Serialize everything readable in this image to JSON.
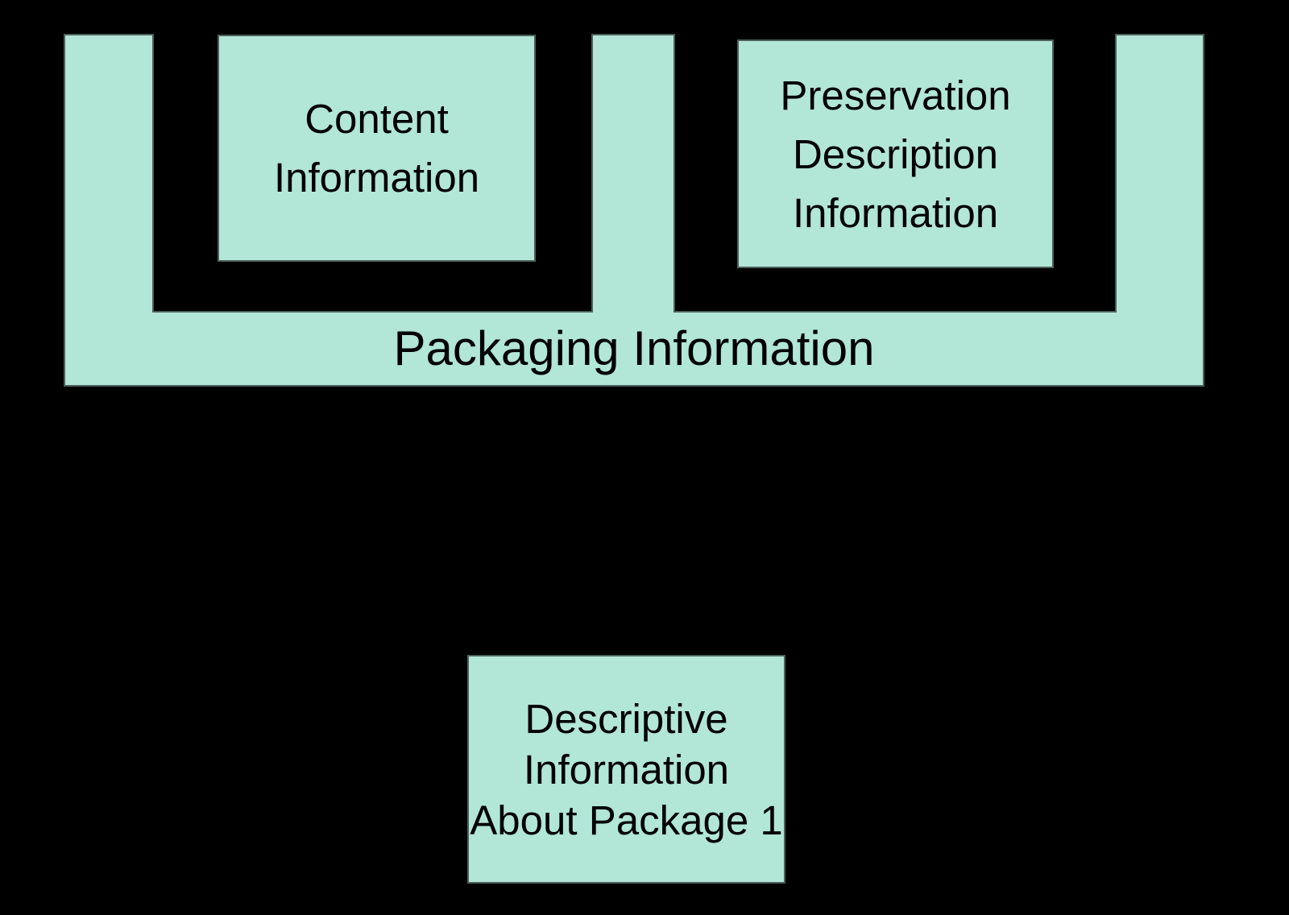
{
  "diagram": {
    "colors": {
      "background": "#000000",
      "shape_fill": "#B2E6D7",
      "shape_outline": "#4D5F5A",
      "text": "#000000"
    },
    "packaging": {
      "label": "Packaging Information"
    },
    "boxes": {
      "content": {
        "label": "Content\nInformation"
      },
      "preservation": {
        "label": "Preservation\nDescription\nInformation"
      },
      "descriptive": {
        "label": "Descriptive\nInformation\nAbout Package 1"
      }
    }
  }
}
